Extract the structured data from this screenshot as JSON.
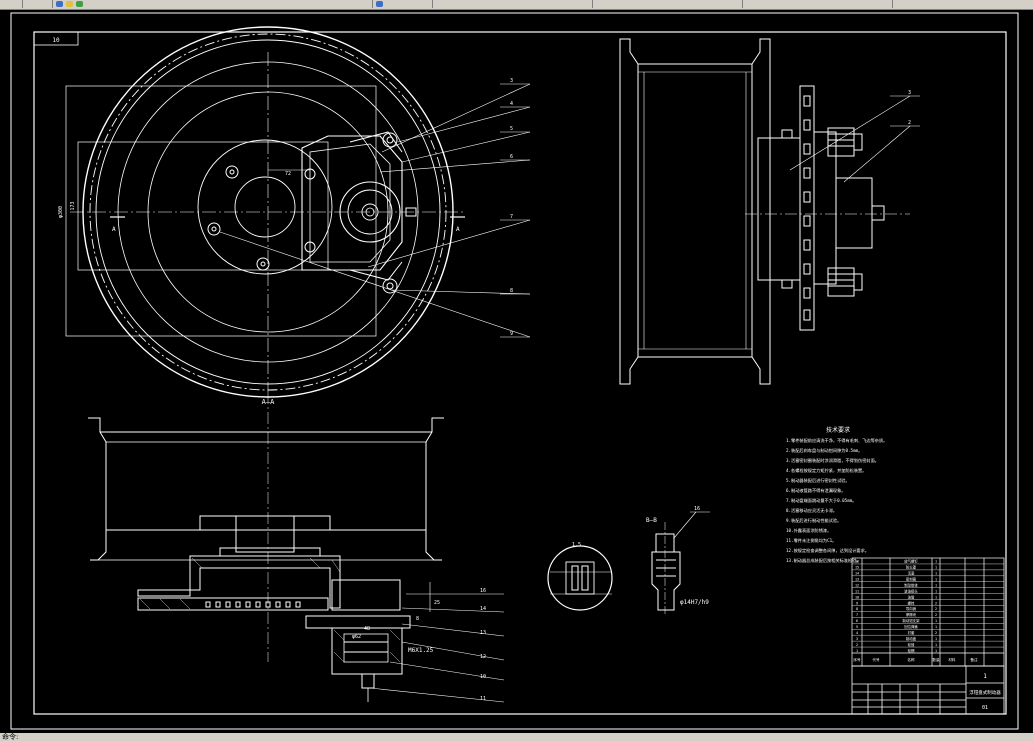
{
  "app": {
    "status_text": "命令:"
  },
  "drawing": {
    "sheet_tag": "10",
    "section_label_a": "A",
    "section_title_aa": "A—A",
    "section_title_bb": "B—B",
    "detail_scale": "1.5",
    "dims": {
      "dia_outer": "φ300",
      "d_173": "173",
      "d_72": "72",
      "fit": "φ14H7/h9",
      "thread": "M6X1.25",
      "d_25": "25",
      "d_8": "8",
      "d_62": "φ62",
      "d_48": "48"
    },
    "callouts_top": [
      "3",
      "4",
      "5",
      "6",
      "7",
      "8",
      "9"
    ],
    "callouts_right": [
      "3",
      "2"
    ],
    "callouts_bottom": [
      "16",
      "14",
      "13",
      "12",
      "10",
      "11"
    ],
    "callout_bb": "16",
    "tech_title": "技术要求",
    "tech_notes": [
      "1.零件装配前应清洗干净，不得有毛刺、飞边等杂质。",
      "2.装配后刹车盘与制动钳间隙为0.5mm。",
      "3.活塞密封圈装配时涂润滑脂，不得划伤密封面。",
      "4.各螺栓按规定力矩拧紧，并加防松装置。",
      "5.制动器装配后进行密封性试验。",
      "6.制动液管路不得有泄漏现象。",
      "7.制动盘端面跳动量不大于0.05mm。",
      "8.活塞移动应灵活无卡滞。",
      "9.装配后进行制动性能试验。",
      "10.外露表面涂防锈漆。",
      "11.零件未注倒角均为C1。",
      "12.按规定检查调整各间隙，达到设计要求。",
      "13.制动器总成装配后按相关标准检验。"
    ],
    "title_block": {
      "qty": "1",
      "name": "浮钳盘式制动器",
      "sheet_no": "01",
      "bom_header": [
        "序号",
        "代号",
        "名称",
        "数量",
        "材料",
        "备注"
      ],
      "bom_rows": [
        [
          "16",
          "",
          "放气螺钉",
          "1",
          "",
          ""
        ],
        [
          "15",
          "",
          "防尘罩",
          "1",
          "",
          ""
        ],
        [
          "14",
          "",
          "活塞",
          "1",
          "",
          ""
        ],
        [
          "13",
          "",
          "密封圈",
          "1",
          "",
          ""
        ],
        [
          "12",
          "",
          "制动钳体",
          "1",
          "",
          ""
        ],
        [
          "11",
          "",
          "进油接头",
          "1",
          "",
          ""
        ],
        [
          "10",
          "",
          "油管",
          "1",
          "",
          ""
        ],
        [
          "9",
          "",
          "螺栓",
          "2",
          "",
          ""
        ],
        [
          "8",
          "",
          "导向销",
          "2",
          "",
          ""
        ],
        [
          "7",
          "",
          "摩擦块",
          "2",
          "",
          ""
        ],
        [
          "6",
          "",
          "制动钳支架",
          "1",
          "",
          ""
        ],
        [
          "5",
          "",
          "回位弹簧",
          "1",
          "",
          ""
        ],
        [
          "4",
          "",
          "衬套",
          "2",
          "",
          ""
        ],
        [
          "3",
          "",
          "制动盘",
          "1",
          "",
          ""
        ],
        [
          "2",
          "",
          "轮毂",
          "1",
          "",
          ""
        ],
        [
          "1",
          "",
          "轮辋",
          "1",
          "",
          ""
        ]
      ]
    }
  },
  "colors": {
    "toolbar": "#d4d0c8",
    "canvas": "#000000",
    "line": "#ffffff"
  }
}
